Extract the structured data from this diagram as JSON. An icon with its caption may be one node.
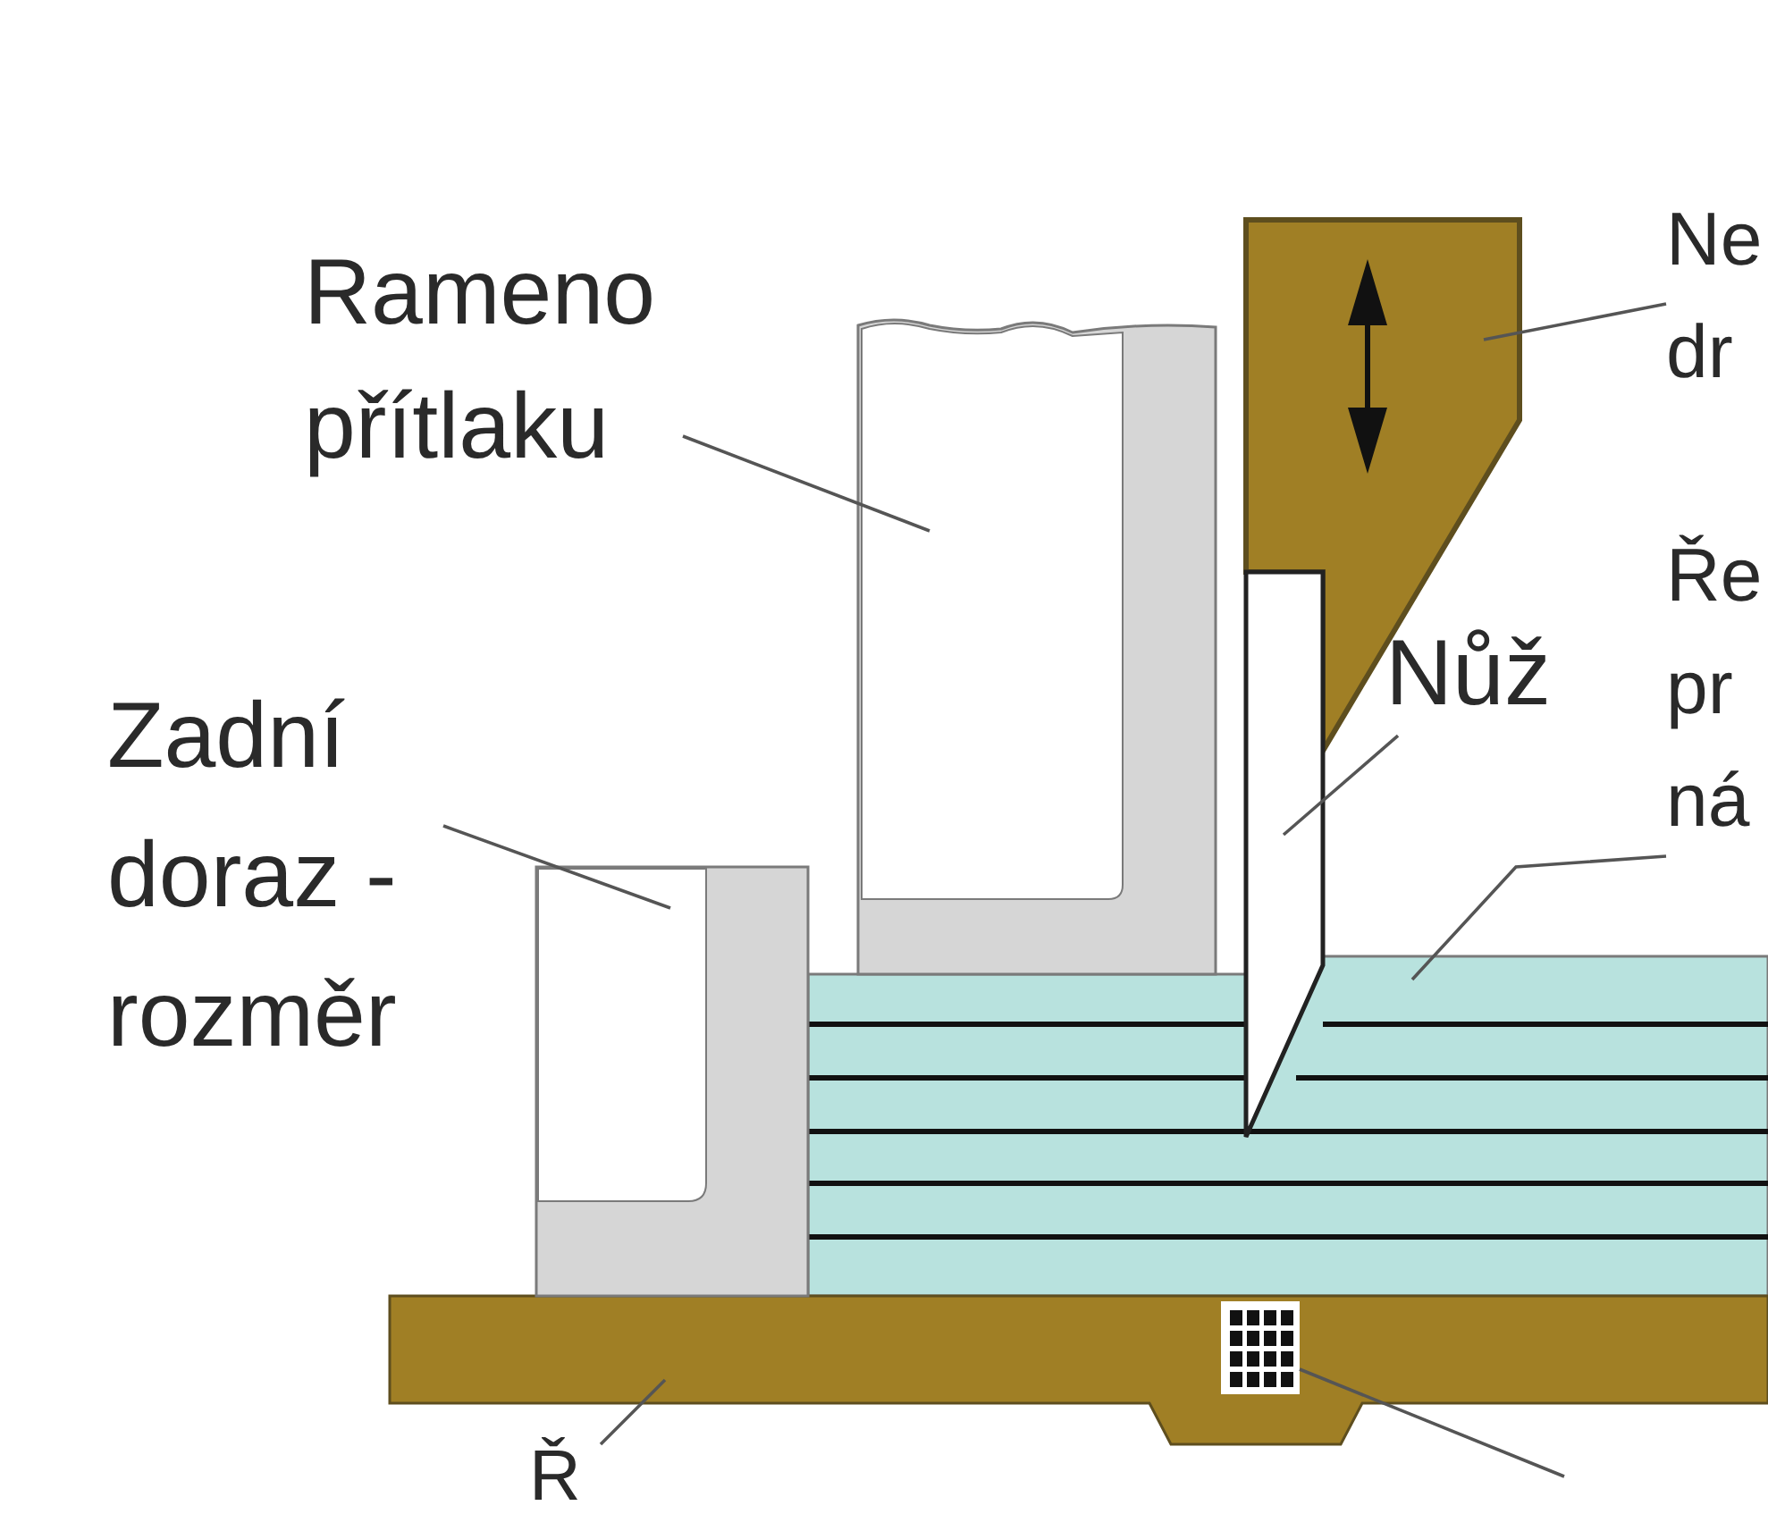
{
  "diagram": {
    "nodes": [
      {
        "text": [
          "Rameno přítlaku"
        ]
      },
      {
        "text": [],
        "shape": "picture"
      },
      {
        "text": [
          "Ne dr"
        ]
      },
      {
        "text": [],
        "shape": "picture"
      },
      {
        "text": [
          "Zadní doraz - rozměr"
        ]
      },
      {
        "text": [],
        "shape": "picture"
      },
      {
        "text": [
          "Ře pr ná"
        ]
      },
      {
        "text": [
          "Nůž"
        ]
      },
      {
        "text": [],
        "shape": "picture"
      },
      {
        "text": [],
        "shape": "picture"
      },
      {
        "text": [],
        "shape": "picture"
      },
      {
        "text": [],
        "shape": "picture",
        "in": 10
      },
      {
        "text": [
          "Ř"
        ]
      }
    ],
    "edges": [
      {
        "from": 0,
        "to": 1,
        "arrow": "none"
      },
      {
        "from": 2,
        "to": 3,
        "arrow": "none"
      },
      {
        "from": 4,
        "to": 5,
        "arrow": "none"
      },
      {
        "from": 7,
        "to": 8,
        "arrow": "none"
      },
      {
        "from": 6,
        "to": 9,
        "arrow": "none"
      },
      {
        "from": 12,
        "to": 10,
        "arrow": "none"
      },
      {
        "from": null,
        "to": 11,
        "arrow": "none"
      }
    ]
  }
}
